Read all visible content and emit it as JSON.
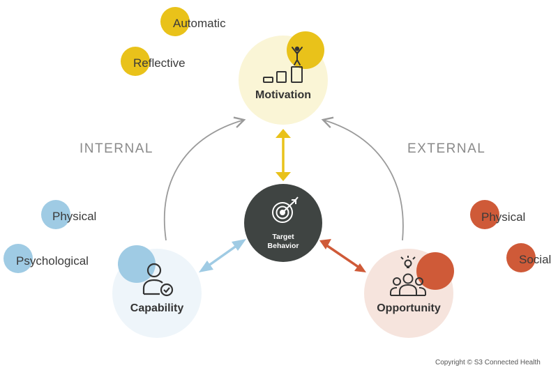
{
  "sides": {
    "internal": "INTERNAL",
    "external": "EXTERNAL"
  },
  "motivation": {
    "label": "Motivation",
    "factors": [
      "Automatic",
      "Reflective"
    ],
    "icon": "person-on-podium-icon"
  },
  "capability": {
    "label": "Capability",
    "factors": [
      "Physical",
      "Psychological"
    ],
    "icon": "person-check-icon"
  },
  "opportunity": {
    "label": "Opportunity",
    "factors": [
      "Physical",
      "Social"
    ],
    "icon": "group-idea-icon"
  },
  "target": {
    "line1": "Target",
    "line2": "Behavior",
    "icon": "target-arrow-icon"
  },
  "colors": {
    "motivation": "#e9c21a",
    "motivation_light": "#faf5d6",
    "capability": "#9fcbe4",
    "capability_light": "#eef5fa",
    "opportunity": "#cf5a38",
    "opportunity_light": "#f6e4dd",
    "target": "#3f4442",
    "arrow_gray": "#9a9a9a"
  },
  "copyright": "Copyright © S3 Connected Health"
}
